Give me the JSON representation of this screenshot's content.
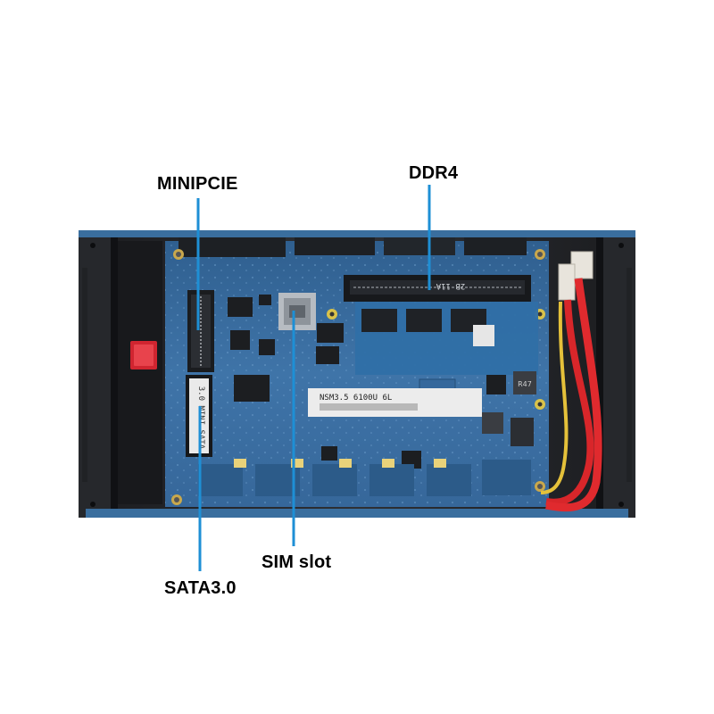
{
  "callouts": {
    "minipcie": "MINIPCIE",
    "ddr4": "DDR4",
    "sim_slot": "SIM slot",
    "sata": "SATA3.0"
  },
  "board_silkscreen": {
    "model_sticker": "NSM3.5 6100U 6L",
    "sata_vertical": "3.0 MINI SATA",
    "ddr_socket": "2B 11A",
    "chip_r47": "R47"
  },
  "colors": {
    "callout_line": "#1e8fd5",
    "pcb": "#3f72a6",
    "chassis": "#2a2c30",
    "red_cable": "#d8262a",
    "yellow_cable": "#e5c13a"
  }
}
